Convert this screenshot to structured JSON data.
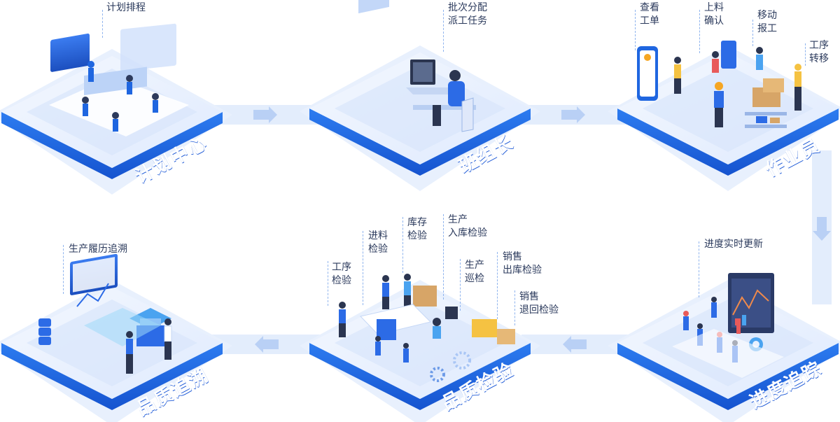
{
  "stages": [
    {
      "key": "plan",
      "title": "计划中心",
      "notes": [
        {
          "text": "计划排程"
        }
      ]
    },
    {
      "key": "leader",
      "title": "班组长",
      "notes": [
        {
          "text": "批次分配\n派工任务"
        }
      ]
    },
    {
      "key": "worker",
      "title": "作业员",
      "notes": [
        {
          "text": "查看\n工单"
        },
        {
          "text": "上料\n确认"
        },
        {
          "text": "移动\n报工"
        },
        {
          "text": "工序\n转移"
        }
      ]
    },
    {
      "key": "progress",
      "title": "进度追踪",
      "notes": [
        {
          "text": "进度实时更新"
        }
      ]
    },
    {
      "key": "inspect",
      "title": "品质检验",
      "notes": [
        {
          "text": "工序\n检验"
        },
        {
          "text": "进料\n检验"
        },
        {
          "text": "库存\n检验"
        },
        {
          "text": "生产\n入库检验"
        },
        {
          "text": "生产\n巡检"
        },
        {
          "text": "销售\n出库检验"
        },
        {
          "text": "销售\n退回检验"
        }
      ]
    },
    {
      "key": "trace",
      "title": "品质追溯",
      "notes": [
        {
          "text": "生产履历追溯"
        }
      ]
    }
  ],
  "colors": {
    "accent": "#1f66e0",
    "accent_dark": "#1450c4",
    "platform_top": "#eaf2ff",
    "platform_side": "#d4e3fb",
    "connector": "#e3edfc",
    "arrow": "#b9d0f5"
  }
}
